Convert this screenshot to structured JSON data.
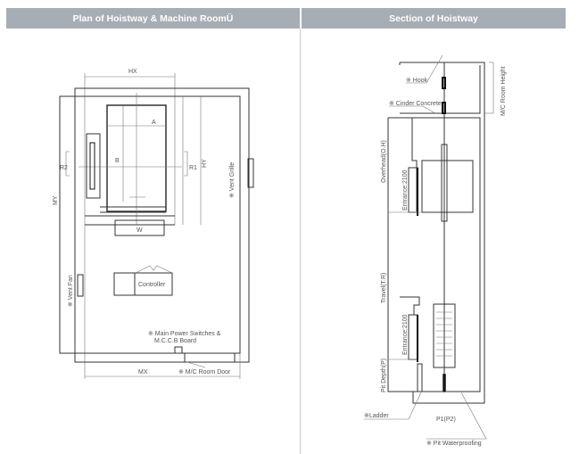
{
  "headers": {
    "plan": "Plan of Hoistway & Machine RoomÜ",
    "section": "Section of Hoistway"
  },
  "plan": {
    "hx": "HX",
    "hy": "HY",
    "mx": "MX",
    "my": "MY",
    "a": "A",
    "b": "B",
    "r1": "R1",
    "r2": "R2",
    "w": "W",
    "vent_grille": "※ Vent Grille",
    "vent_fan": "※ Vent Fan",
    "controller": "Controller",
    "main_power_1": "※ Main Power Switches  &",
    "main_power_2": "M.C.C.B Board",
    "room_door": "※ M/C Room Door"
  },
  "section": {
    "hook": "※ Hook",
    "cinder": "※ Cinder Concrete",
    "mc_height": "M/C Room Height",
    "overhead": "Overhead(O.H)",
    "entrance_top": "Entrance:2100",
    "travel": "Travel(T.R)",
    "entrance_bottom": "Entrance:2100",
    "pit_depth": "Pit Depth(P)",
    "ladder": "※Ladder",
    "p1p2": "P1(P2)",
    "pit_waterproofing": "※ Pit Waterproofing"
  }
}
